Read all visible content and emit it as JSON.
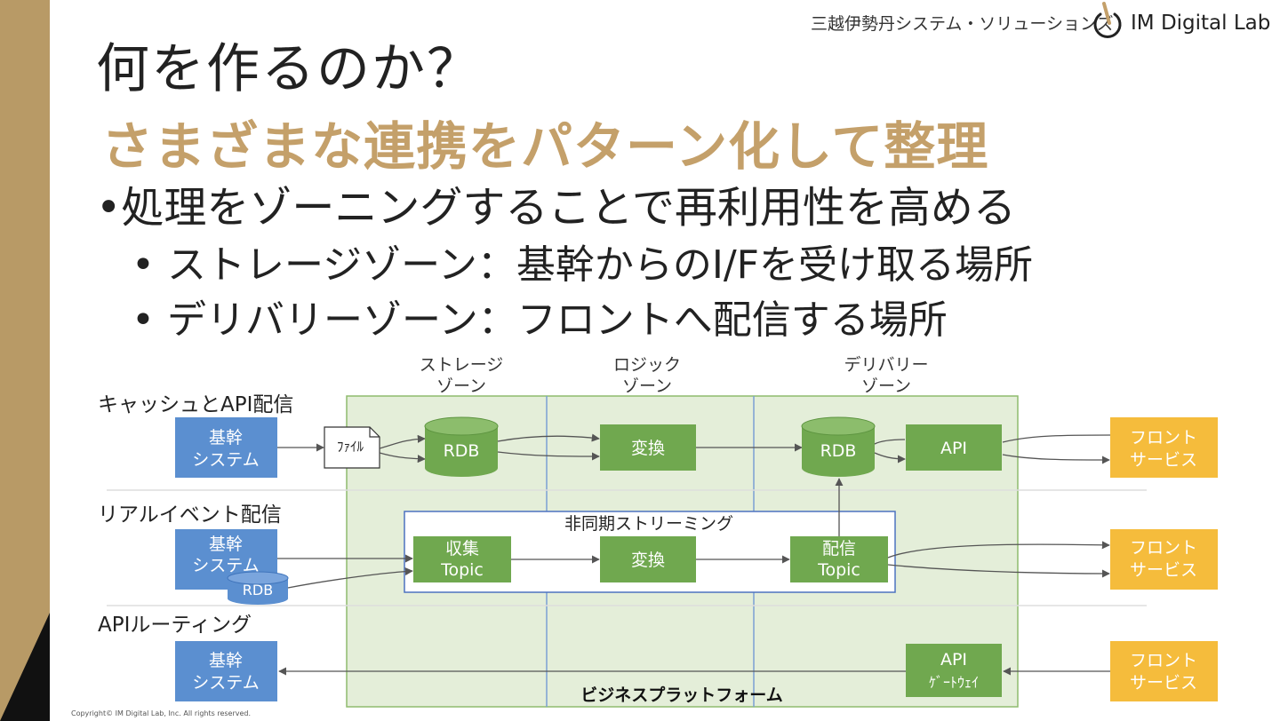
{
  "header": {
    "brand": "三越伊勢丹システム・ソリューションズ",
    "lab": "IM Digital Lab"
  },
  "slide": {
    "title": "何を作るのか？",
    "subtitle": "さまざまな連携をパターン化して整理",
    "bullets": [
      "処理をゾーニングすることで再利用性を高める",
      "ストレージゾーン：基幹からのI/Fを受け取る場所",
      "デリバリーゾーン：フロントへ配信する場所"
    ],
    "bullet_mark": "•"
  },
  "diagram": {
    "zones": {
      "storage": [
        "ストレージ",
        "ゾーン"
      ],
      "logic": [
        "ロジック",
        "ゾーン"
      ],
      "delivery": [
        "デリバリー",
        "ゾーン"
      ]
    },
    "rows": {
      "cache_api": "キャッシュとAPI配信",
      "realtime": "リアルイベント配信",
      "api_routing": "APIルーティング"
    },
    "platform_label": "ビジネスプラットフォーム",
    "streaming_label": "非同期ストリーミング",
    "nodes": {
      "core_system": [
        "基幹",
        "システム"
      ],
      "front_service": [
        "フロント",
        "サービス"
      ],
      "file": "ﾌｧｲﾙ",
      "rdb": "RDB",
      "transform": "変換",
      "api": "API",
      "collect_topic": [
        "収集",
        "Topic"
      ],
      "deliver_topic": [
        "配信",
        "Topic"
      ],
      "api_gateway": [
        "API",
        "ｹﾞｰﾄｳｪｲ"
      ]
    },
    "colors": {
      "core": "#5b8fd0",
      "front": "#f5bc3c",
      "green_node": "#70a84f",
      "platform_bg": "#e4eed9",
      "platform_border": "#8fbc6e",
      "zone_divider": "#7b9fd4",
      "streaming_border": "#4d72c0"
    }
  },
  "footer": {
    "copyright": "Copyright© IM Digital Lab, Inc. All rights reserved."
  }
}
